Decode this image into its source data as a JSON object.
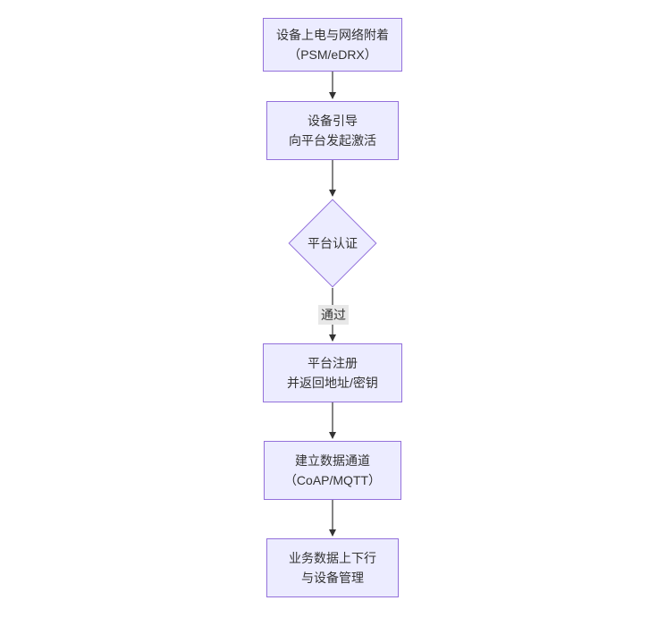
{
  "diagram": {
    "type": "flowchart",
    "direction": "top-down",
    "colors": {
      "background": "#ffffff",
      "node_fill": "#ececff",
      "node_border": "#9370db",
      "text": "#333333",
      "edge_line": "#333333",
      "edge_label_bg": "#e8e8e8"
    },
    "nodes": [
      {
        "id": "power-attach",
        "shape": "rect",
        "lines": [
          "设备上电与网络附着",
          "（PSM/eDRX）"
        ]
      },
      {
        "id": "bootstrap",
        "shape": "rect",
        "lines": [
          "设备引导",
          "向平台发起激活"
        ]
      },
      {
        "id": "platform-auth",
        "shape": "diamond",
        "lines": [
          "平台认证"
        ]
      },
      {
        "id": "register",
        "shape": "rect",
        "lines": [
          "平台注册",
          "并返回地址/密钥"
        ]
      },
      {
        "id": "data-channel",
        "shape": "rect",
        "lines": [
          "建立数据通道",
          "（CoAP/MQTT）"
        ]
      },
      {
        "id": "business",
        "shape": "rect",
        "lines": [
          "业务数据上下行",
          "与设备管理"
        ]
      }
    ],
    "edges": [
      {
        "from": "power-attach",
        "to": "bootstrap",
        "label": ""
      },
      {
        "from": "bootstrap",
        "to": "platform-auth",
        "label": ""
      },
      {
        "from": "platform-auth",
        "to": "register",
        "label": "通过"
      },
      {
        "from": "register",
        "to": "data-channel",
        "label": ""
      },
      {
        "from": "data-channel",
        "to": "business",
        "label": ""
      }
    ]
  }
}
